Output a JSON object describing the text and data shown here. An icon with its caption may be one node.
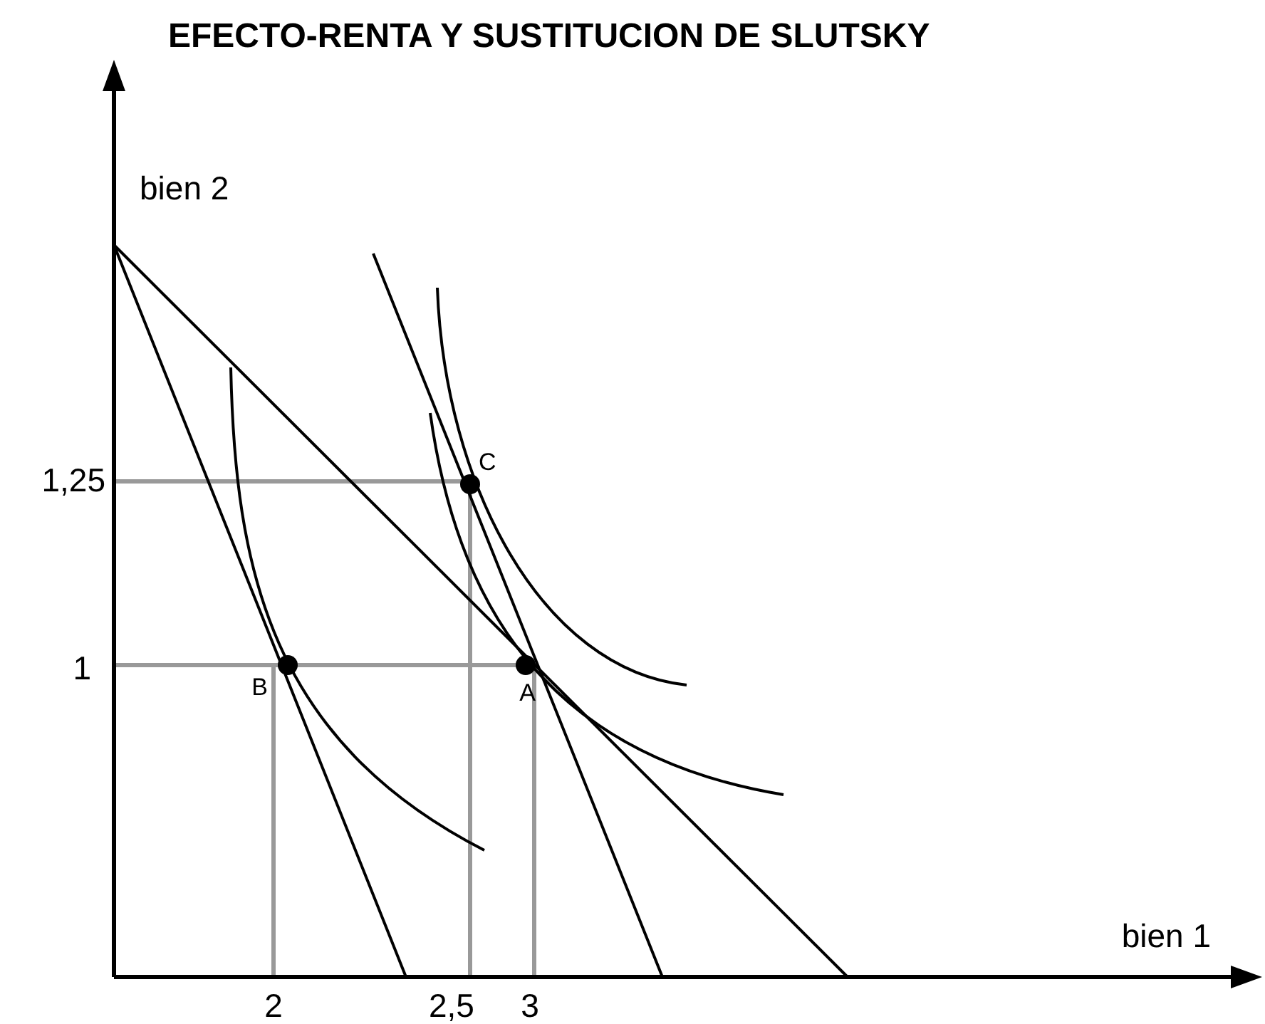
{
  "diagram": {
    "title": "EFECTO-RENTA Y SUSTITUCION DE SLUTSKY",
    "labels": [
      "bien 2",
      "1,25",
      "C",
      "1",
      "B",
      "A",
      "bien 1",
      "2",
      "2,5",
      "3"
    ]
  }
}
